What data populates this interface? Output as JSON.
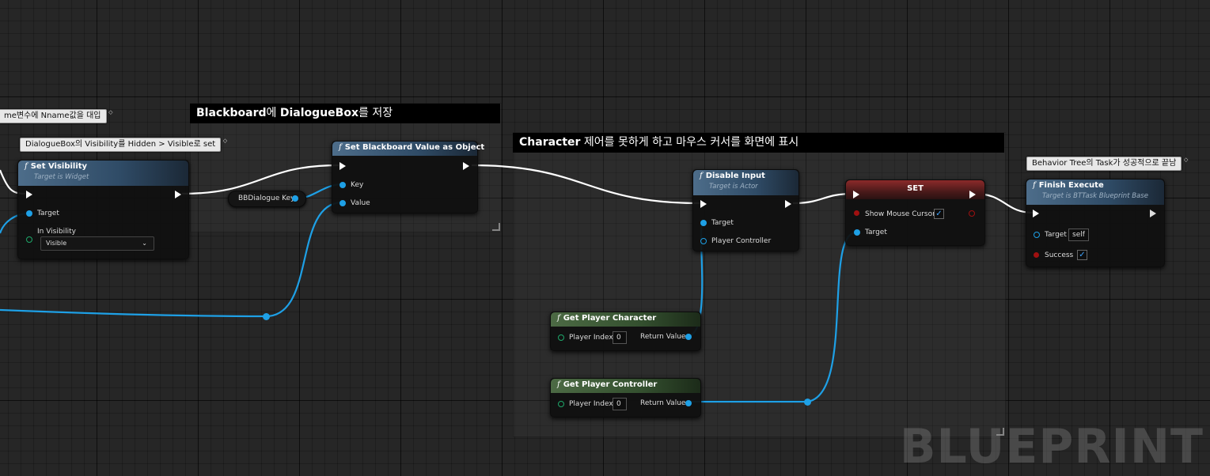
{
  "comments": {
    "blackboard": {
      "title_bold_a": "Blackboard",
      "title_a": "에 ",
      "title_bold_b": "DialogueBox",
      "title_b": "를 저장"
    },
    "character": {
      "title_bold_a": "Character",
      "title_a": " 제어를 못하게 하고 마우스 커서를 화면에 표시"
    }
  },
  "bubbles": {
    "nname": "me변수에 Nname값을 대입",
    "visibility": "DialogueBox의 Visibility를 Hidden > Visible로 set",
    "finish": "Behavior Tree의 Task가 성공적으로 끝남"
  },
  "nodes": {
    "set_visibility": {
      "title": "Set Visibility",
      "subtitle": "Target is Widget",
      "pin_target": "Target",
      "pin_visibility": "In Visibility",
      "visibility_value": "Visible"
    },
    "set_blackboard": {
      "title": "Set Blackboard Value as Object",
      "pin_key": "Key",
      "pin_value": "Value"
    },
    "reroute_key": {
      "label": "BBDialogue Key"
    },
    "disable_input": {
      "title": "Disable Input",
      "subtitle": "Target is Actor",
      "pin_target": "Target",
      "pin_controller": "Player Controller"
    },
    "set_node": {
      "title": "SET",
      "pin_cursor": "Show Mouse Cursor",
      "pin_target": "Target"
    },
    "finish_execute": {
      "title": "Finish Execute",
      "subtitle": "Target is BTTask Blueprint Base",
      "pin_target": "Target",
      "target_value": "self",
      "pin_success": "Success"
    },
    "get_player_character": {
      "title": "Get Player Character",
      "pin_index": "Player Index",
      "index_value": "0",
      "pin_return": "Return Value"
    },
    "get_player_controller": {
      "title": "Get Player Controller",
      "pin_index": "Player Index",
      "index_value": "0",
      "pin_return": "Return Value"
    }
  },
  "icons": {
    "function": "f",
    "check": "✓",
    "chevron": "⌄",
    "comment_pin": "◇"
  },
  "colors": {
    "exec": "#ffffff",
    "object_pin": "#1ea0e6",
    "bool_pin": "#a01010",
    "byte_pin": "#1ea86a",
    "function_header": "#3a5a78",
    "pure_header": "#3f5f39"
  },
  "watermark": "BLUEPRINT"
}
